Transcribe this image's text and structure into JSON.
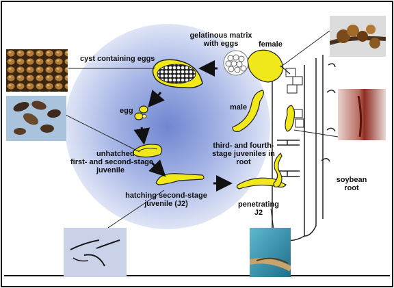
{
  "labels": {
    "gelatinous_matrix": [
      "gelatinous matrix",
      "with eggs"
    ],
    "female": "female",
    "cyst": "cyst containing eggs",
    "egg": "egg",
    "male": "male",
    "third_fourth": [
      "third- and fourth-",
      "stage juveniles in",
      "root"
    ],
    "unhatched": [
      "unhatched",
      "first- and second-stage",
      "juvenile"
    ],
    "hatching": [
      "hatching second-stage",
      "juvenile (J2)"
    ],
    "penetrating": [
      "penetrating",
      "J2"
    ],
    "soybean_root": [
      "soybean",
      "root"
    ]
  },
  "photos": [
    "cyst-cluster-photo",
    "cysts-on-root-photo",
    "brown-cysts-photo",
    "root-section-photo",
    "juveniles-microscope-photo",
    "penetrating-j2-photo"
  ],
  "colors": {
    "worm_yellow": "#f0e81a",
    "circle_blue": "#c9d3ef",
    "frame_border": "#000000"
  }
}
